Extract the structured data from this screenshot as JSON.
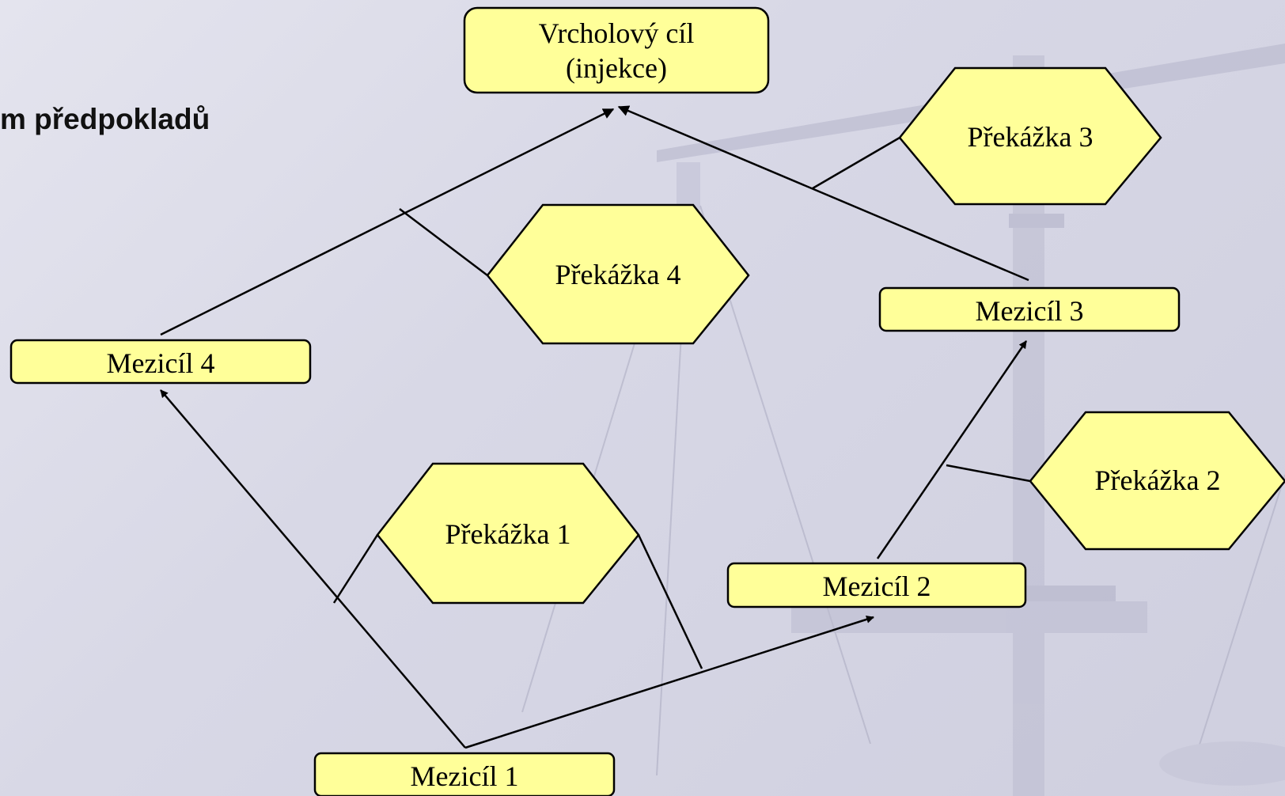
{
  "slide": {
    "title": "m předpokladů"
  },
  "diagram": {
    "goal": {
      "line1": "Vrcholový cíl",
      "line2": "(injekce)"
    },
    "intermediate_goals": [
      {
        "id": "m1",
        "label": "Mezicíl 1"
      },
      {
        "id": "m2",
        "label": "Mezicíl 2"
      },
      {
        "id": "m3",
        "label": "Mezicíl 3"
      },
      {
        "id": "m4",
        "label": "Mezicíl 4"
      }
    ],
    "obstacles": [
      {
        "id": "p1",
        "label": "Překážka 1"
      },
      {
        "id": "p2",
        "label": "Překážka 2"
      },
      {
        "id": "p3",
        "label": "Překážka 3"
      },
      {
        "id": "p4",
        "label": "Překážka 4"
      }
    ],
    "colors": {
      "node_fill": "#ffff99",
      "stroke": "#000000",
      "background_art": "#b8b8cc"
    }
  }
}
